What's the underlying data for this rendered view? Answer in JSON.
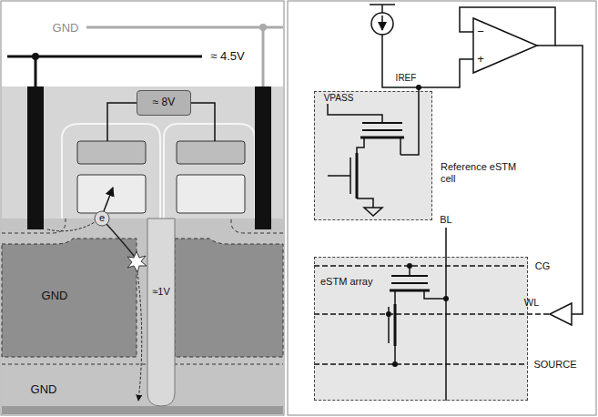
{
  "diagram": {
    "nodes": [
      {
        "text": [
          "≈ 8V"
        ]
      },
      {
        "text": [
          "Reference eSTM cell"
        ]
      },
      {
        "text": [
          "eSTM array"
        ]
      }
    ],
    "labels": [
      "GND",
      "≈ 4.5V",
      "e",
      "GND",
      "≈1V",
      "GND",
      "VPASS",
      "IREF",
      "−",
      "+",
      "BL",
      "CG",
      "WL",
      "SOURCE"
    ]
  }
}
